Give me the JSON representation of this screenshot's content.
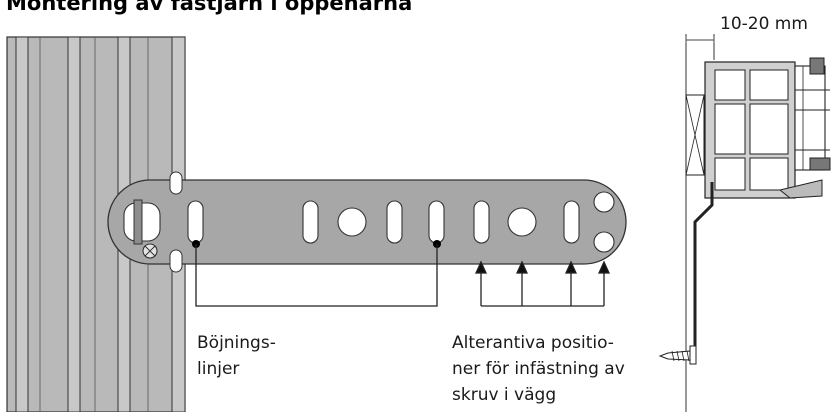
{
  "title": "Montering av fästjärn i öppenarna",
  "dimension_label": "10-20 mm",
  "label_bending": [
    "Böjnings-",
    "linjer"
  ],
  "label_positions": [
    "Alterantiva positio-",
    "ner för infästning av",
    "skruv i vägg"
  ],
  "colors": {
    "frame_profile": "#b9b9b9",
    "bracket": "#a7a7a7",
    "outline": "#333333",
    "hole_fill": "#ffffff",
    "dimension_line": "#444444"
  },
  "icons": {
    "screw": "screw-icon",
    "arrow": "arrow-up-icon"
  }
}
